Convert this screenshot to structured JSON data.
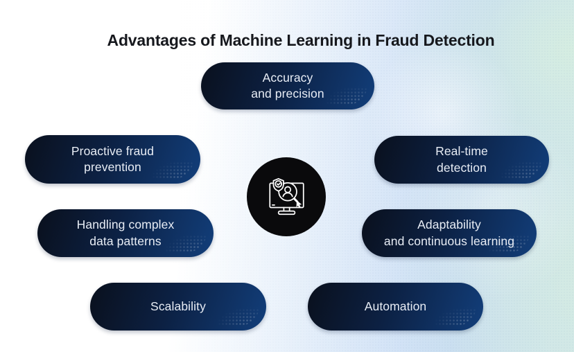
{
  "title": "Advantages of Machine Learning in Fraud Detection",
  "advantages": [
    "Accuracy\nand precision",
    "Proactive fraud\nprevention",
    "Real-time\ndetection",
    "Handling complex\ndata patterns",
    "Adaptability\nand continuous learning",
    "Scalability",
    "Automation"
  ],
  "center_icon": "fraud-detection-monitor-magnifier-shield-icon",
  "colors": {
    "title_text": "#16181d",
    "pill_gradient_dark": "#0a101d",
    "pill_gradient_blue": "#123e7a",
    "pill_text": "#e8edf5",
    "badge_background": "#0a0a0c",
    "background_blue": "#c8dcf4",
    "background_mint": "#d6eede"
  }
}
